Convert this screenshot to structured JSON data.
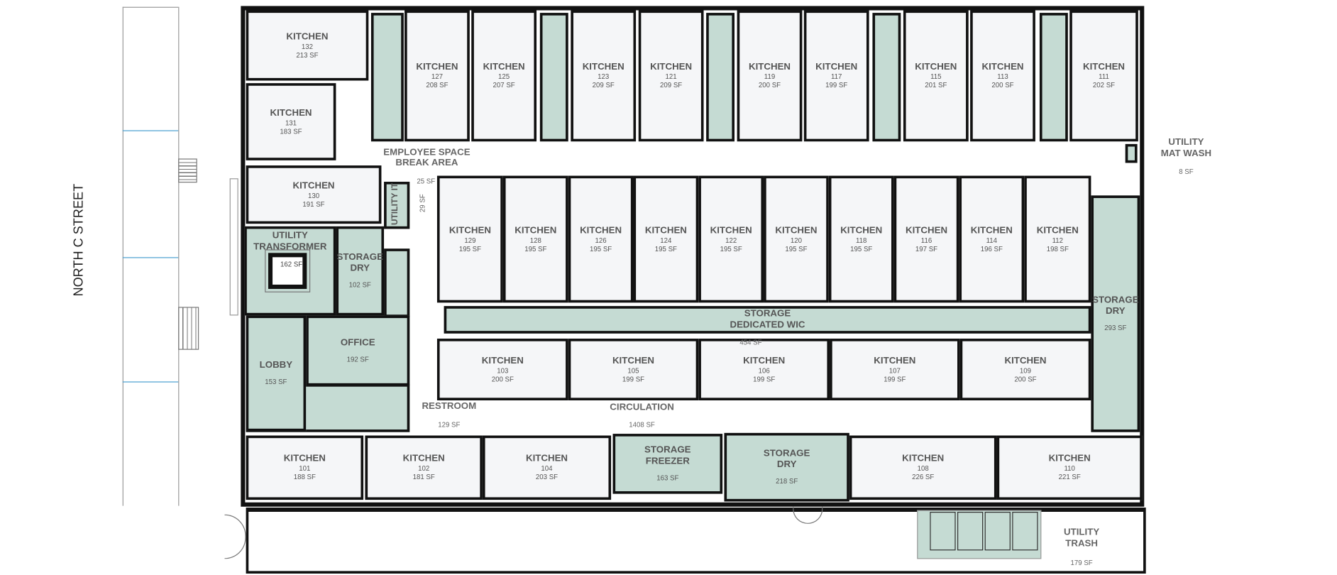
{
  "street_label": "NORTH C STREET",
  "colors": {
    "kitchen": "#f5f6f8",
    "storage_utility": "#c5dbd3",
    "wall": "#111111"
  },
  "rooms": [
    {
      "name": "KITCHEN",
      "number": "132",
      "area": "213 SF"
    },
    {
      "name": "KITCHEN",
      "number": "131",
      "area": "183 SF"
    },
    {
      "name": "KITCHEN",
      "number": "127",
      "area": "208 SF"
    },
    {
      "name": "KITCHEN",
      "number": "125",
      "area": "207 SF"
    },
    {
      "name": "KITCHEN",
      "number": "123",
      "area": "209 SF"
    },
    {
      "name": "KITCHEN",
      "number": "121",
      "area": "209 SF"
    },
    {
      "name": "KITCHEN",
      "number": "119",
      "area": "200 SF"
    },
    {
      "name": "KITCHEN",
      "number": "117",
      "area": "199 SF"
    },
    {
      "name": "KITCHEN",
      "number": "115",
      "area": "201 SF"
    },
    {
      "name": "KITCHEN",
      "number": "113",
      "area": "200 SF"
    },
    {
      "name": "KITCHEN",
      "number": "111",
      "area": "202 SF"
    },
    {
      "name": "KITCHEN",
      "number": "130",
      "area": "191 SF"
    },
    {
      "name": "KITCHEN",
      "number": "129",
      "area": "195 SF"
    },
    {
      "name": "KITCHEN",
      "number": "128",
      "area": "195 SF"
    },
    {
      "name": "KITCHEN",
      "number": "126",
      "area": "195 SF"
    },
    {
      "name": "KITCHEN",
      "number": "124",
      "area": "195 SF"
    },
    {
      "name": "KITCHEN",
      "number": "122",
      "area": "195 SF"
    },
    {
      "name": "KITCHEN",
      "number": "120",
      "area": "195 SF"
    },
    {
      "name": "KITCHEN",
      "number": "118",
      "area": "195 SF"
    },
    {
      "name": "KITCHEN",
      "number": "116",
      "area": "197 SF"
    },
    {
      "name": "KITCHEN",
      "number": "114",
      "area": "196 SF"
    },
    {
      "name": "KITCHEN",
      "number": "112",
      "area": "198 SF"
    },
    {
      "name": "KITCHEN",
      "number": "103",
      "area": "200 SF"
    },
    {
      "name": "KITCHEN",
      "number": "105",
      "area": "199 SF"
    },
    {
      "name": "KITCHEN",
      "number": "106",
      "area": "199 SF"
    },
    {
      "name": "KITCHEN",
      "number": "107",
      "area": "199 SF"
    },
    {
      "name": "KITCHEN",
      "number": "109",
      "area": "200 SF"
    },
    {
      "name": "KITCHEN",
      "number": "101",
      "area": "188 SF"
    },
    {
      "name": "KITCHEN",
      "number": "102",
      "area": "181 SF"
    },
    {
      "name": "KITCHEN",
      "number": "104",
      "area": "203 SF"
    },
    {
      "name": "KITCHEN",
      "number": "108",
      "area": "226 SF"
    },
    {
      "name": "KITCHEN",
      "number": "110",
      "area": "221 SF"
    },
    {
      "name": "STORAGE FREEZER",
      "number": "",
      "area": "163 SF"
    },
    {
      "name": "STORAGE DRY",
      "number": "",
      "area": "218 SF"
    },
    {
      "name": "STORAGE DRY",
      "number": "",
      "area": "293 SF"
    },
    {
      "name": "STORAGE DRY",
      "number": "",
      "area": "102 SF"
    },
    {
      "name": "UTILITY TRANSFORMER",
      "number": "",
      "area": ""
    },
    {
      "name": "LOBBY",
      "number": "",
      "area": "153 SF"
    },
    {
      "name": "OFFICE",
      "number": "",
      "area": "192 SF"
    },
    {
      "name": "STORAGE DEDICATED WIC",
      "number": "",
      "area": ""
    }
  ],
  "labels": {
    "break_area_1": "EMPLOYEE SPACE",
    "break_area_2": "BREAK AREA",
    "break_area_sf": "25 SF",
    "utility_it": "UTILITY IT",
    "utility_it_sf": "29 SF",
    "transformer_sf": "162 SF",
    "wic_sf": "454 SF",
    "restroom": "RESTROOM",
    "restroom_sf": "129 SF",
    "circulation": "CIRCULATION",
    "circulation_sf": "1408 SF",
    "mat_wash_1": "UTILITY",
    "mat_wash_2": "MAT WASH",
    "mat_wash_sf": "8 SF",
    "trash_1": "UTILITY",
    "trash_2": "TRASH",
    "trash_sf": "179 SF"
  }
}
